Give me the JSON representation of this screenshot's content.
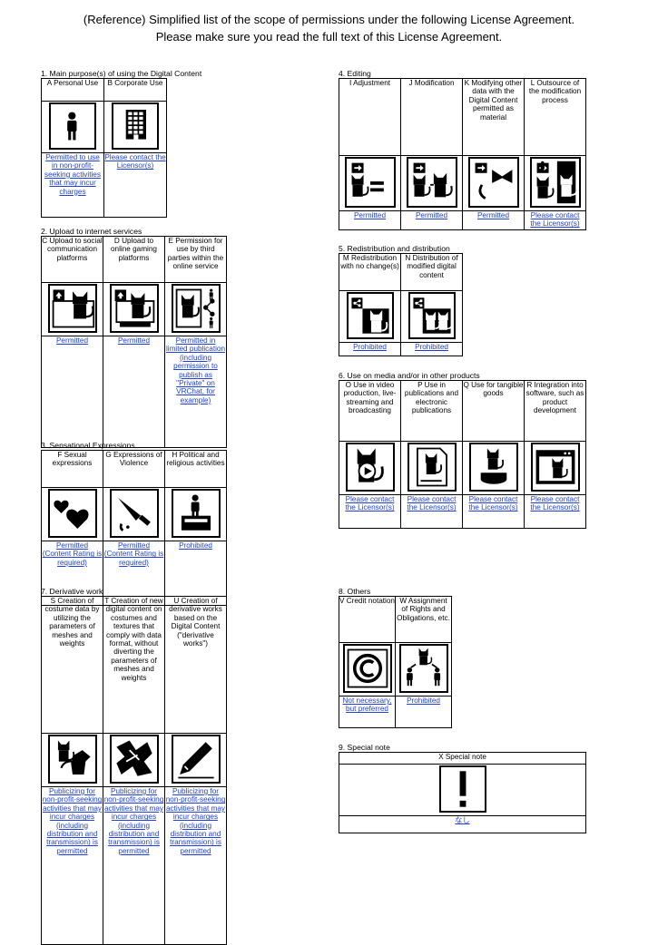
{
  "header": {
    "line1": "(Reference) Simplified list of the scope of permissions under the following License Agreement.",
    "line2": "Please make sure you read the full text of this License Agreement."
  },
  "colors": {
    "status_text": "#1f3fd6",
    "border": "#000000"
  },
  "sections": {
    "s1": {
      "title": "1. Main purpose(s) of using the Digital Content",
      "cols": [
        {
          "label": "A Personal Use",
          "icon": "person-icon",
          "status": "Permitted to use in non-profit-seeking activities that may incur charges"
        },
        {
          "label": "B Corporate Use",
          "icon": "building-icon",
          "status": "Please contact the Licensor(s)"
        }
      ]
    },
    "s2": {
      "title": "2. Upload to internet services",
      "cols": [
        {
          "label": "C Upload to social communication platforms",
          "icon": "sns-upload-icon",
          "status": "Permitted"
        },
        {
          "label": "D Upload to online gaming platforms",
          "icon": "game-upload-icon",
          "status": "Permitted"
        },
        {
          "label": "E Permission for use by third parties within the online service",
          "icon": "share-network-icon",
          "status": "Permitted in limited publication (including permission to publish as \"Private\" on VRChat, for example)"
        }
      ]
    },
    "s3": {
      "title": "3. Sensational Expressions",
      "cols": [
        {
          "label": "F Sexual expressions",
          "icon": "hearts-icon",
          "status": "Permitted (Content Rating is required)"
        },
        {
          "label": "G Expressions of Violence",
          "icon": "knife-icon",
          "status": "Permitted (Content Rating is required)"
        },
        {
          "label": "H Political and religious activities",
          "icon": "podium-icon",
          "status": "Prohibited"
        }
      ]
    },
    "s7": {
      "title": "7. Derivative work",
      "cols": [
        {
          "label": "S Creation of costume data by utilizing the parameters of meshes and weights",
          "icon": "costume-icon",
          "status": "Publicizing for non-profit-seeking activities that may incur charges (including distribution and transmission) is permitted"
        },
        {
          "label": "T Creation of new digital content on costumes and textures that comply with data format, without diverting the parameters of meshes and weights",
          "icon": "fabric-icon",
          "status": "Publicizing for non-profit-seeking activities that may incur charges (including distribution and transmission) is permitted"
        },
        {
          "label": "U Creation of derivative works based on the Digital Content (\"derivative works\")",
          "icon": "pen-icon",
          "status": "Publicizing for non-profit-seeking activities that may incur charges (including distribution and transmission) is permitted"
        }
      ]
    },
    "s4": {
      "title": "4. Editing",
      "cols": [
        {
          "label": "I Adjustment",
          "icon": "adjust-icon",
          "status": "Permitted"
        },
        {
          "label": "J Modification",
          "icon": "modify-icon",
          "status": "Permitted"
        },
        {
          "label": "K Modifying other data with the Digital Content permitted as material",
          "icon": "merge-icon",
          "status": "Permitted"
        },
        {
          "label": "L Outsource of the modification process",
          "icon": "outsource-icon",
          "status": "Please contact the Licensor(s)"
        }
      ]
    },
    "s5": {
      "title": "5. Redistribution and distribution",
      "cols": [
        {
          "label": "M Redistribution with no change(s)",
          "icon": "redistribute-icon",
          "status": "Prohibited"
        },
        {
          "label": "N Distribution of modified digital content",
          "icon": "distribute-modified-icon",
          "status": "Prohibited"
        }
      ]
    },
    "s6": {
      "title": "6. Use on media and/or in other products",
      "cols": [
        {
          "label": "O Use in video production, live-streaming and broadcasting",
          "icon": "video-icon",
          "status": "Please contact the Licensor(s)"
        },
        {
          "label": "P Use in publications and electronic publications",
          "icon": "document-icon",
          "status": "Please contact the Licensor(s)"
        },
        {
          "label": "Q Use for tangible goods",
          "icon": "figure-icon",
          "status": "Please contact the Licensor(s)"
        },
        {
          "label": "R Integration into software, such as product development",
          "icon": "software-window-icon",
          "status": "Please contact the Licensor(s)"
        }
      ]
    },
    "s8": {
      "title": "8. Others",
      "cols": [
        {
          "label": "V Credit notation",
          "icon": "copyright-icon",
          "status": "Not necessary, but preferred"
        },
        {
          "label": "W Assignment of Rights and Obligations, etc.",
          "icon": "assign-icon",
          "status": "Prohibited"
        }
      ]
    },
    "s9": {
      "title": "9. Special note",
      "cols": [
        {
          "label": "X Special note",
          "icon": "exclamation-icon",
          "status": "なし"
        }
      ]
    }
  }
}
